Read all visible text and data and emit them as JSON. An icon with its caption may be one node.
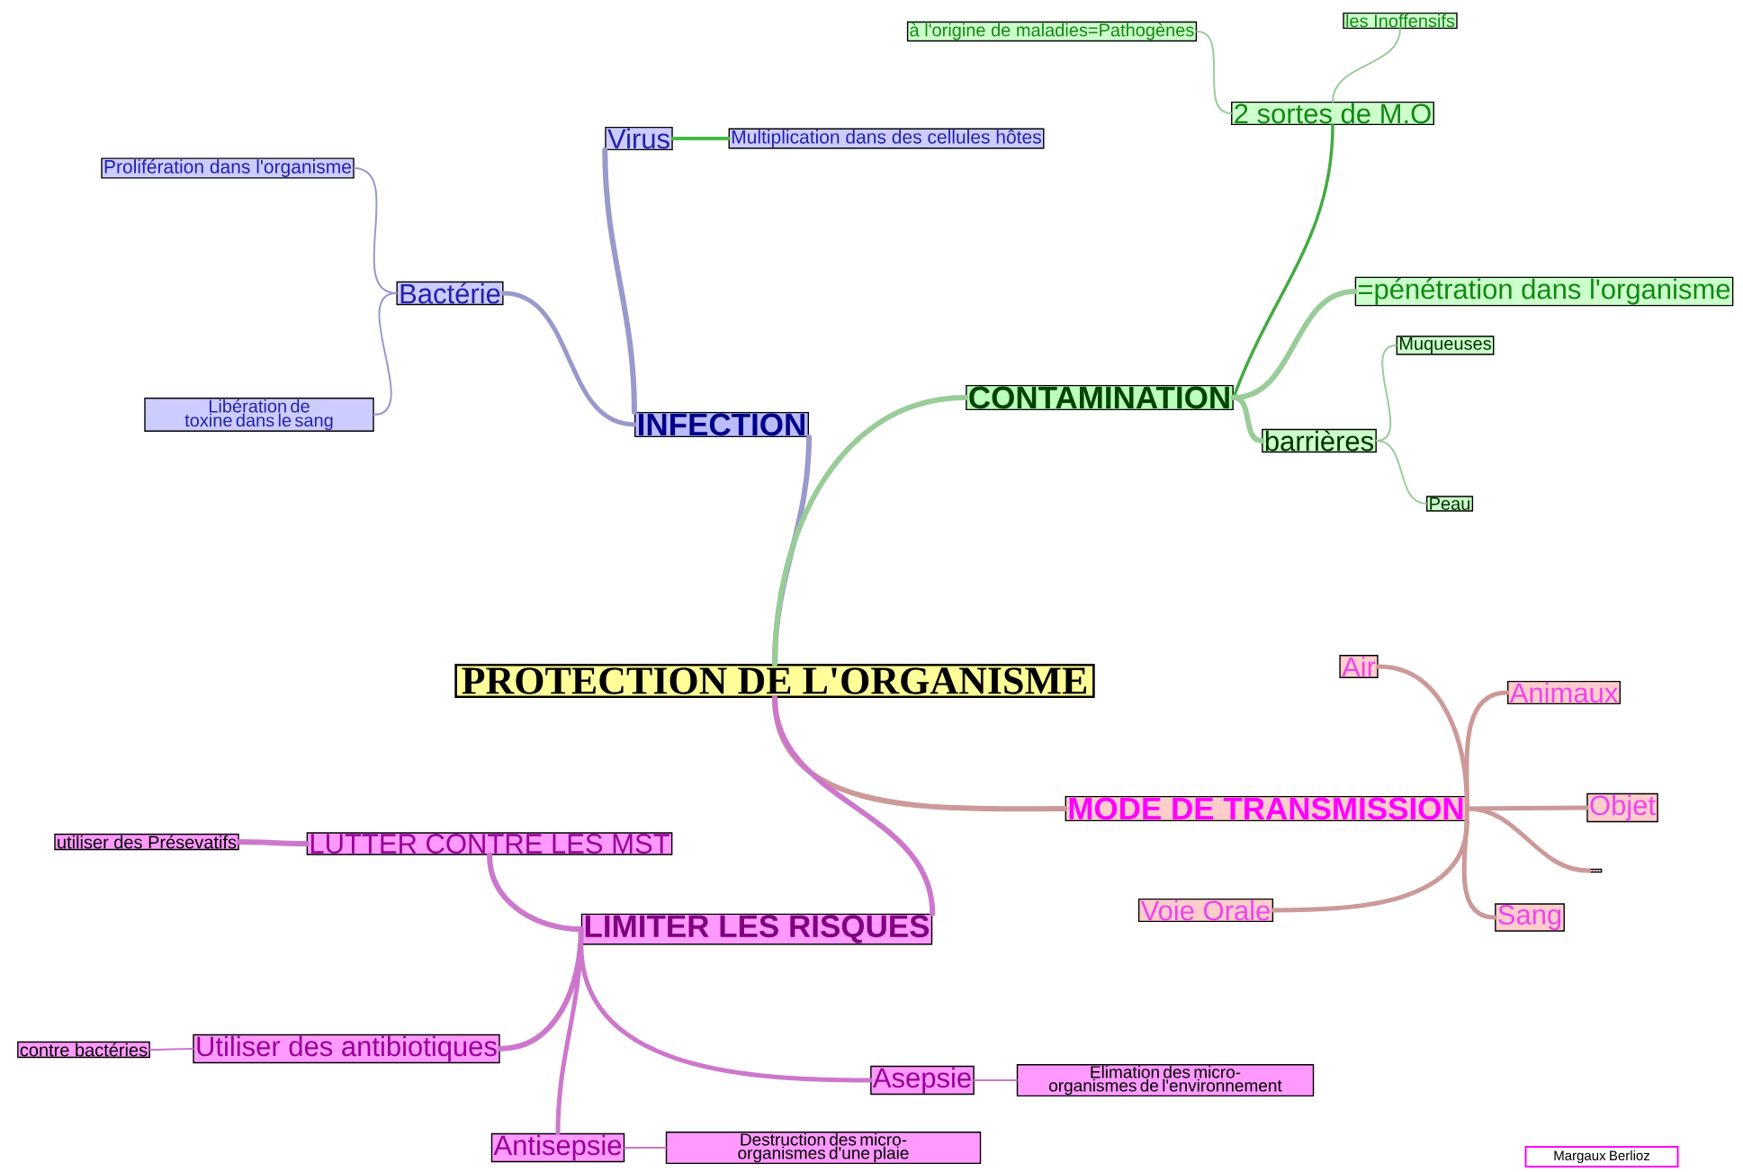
{
  "diagram": {
    "nodes": [
      {
        "text": [
          "PROTECTION DE L'ORGANISME"
        ]
      },
      {
        "text": [
          "INFECTION"
        ]
      },
      {
        "text": [
          "Virus"
        ]
      },
      {
        "text": [
          "Multiplication dans des cellules hôtes"
        ]
      },
      {
        "text": [
          "Bactérie"
        ]
      },
      {
        "text": [
          "Prolifération dans l'organisme"
        ]
      },
      {
        "text": [
          "Libération de toxine dans le sang"
        ]
      },
      {
        "text": [
          "CONTAMINATION"
        ]
      },
      {
        "text": [
          "2 sortes de M.O"
        ]
      },
      {
        "text": [
          "à l'origine de maladies=Pathogènes"
        ]
      },
      {
        "text": [
          "les Inoffensifs"
        ]
      },
      {
        "text": [
          "=pénétration  dans l'organisme"
        ]
      },
      {
        "text": [
          "barrières"
        ]
      },
      {
        "text": [
          "Muqueuses"
        ]
      },
      {
        "text": [
          "Peau"
        ]
      },
      {
        "text": [
          "MODE DE TRANSMISSION"
        ]
      },
      {
        "text": [
          "Air"
        ]
      },
      {
        "text": [
          "Animaux"
        ]
      },
      {
        "text": [
          "Objet"
        ]
      },
      {
        "text": [
          "..."
        ]
      },
      {
        "text": [
          "Sang"
        ]
      },
      {
        "text": [
          "Voie Orale"
        ]
      },
      {
        "text": [
          "LIMITER LES RISQUES"
        ]
      },
      {
        "text": [
          "LUTTER CONTRE LES MST"
        ]
      },
      {
        "text": [
          "utiliser des Présevatifs"
        ]
      },
      {
        "text": [
          "Utiliser des antibiotiques"
        ]
      },
      {
        "text": [
          "contre bactéries"
        ]
      },
      {
        "text": [
          "Antisepsie"
        ]
      },
      {
        "text": [
          "Destruction des micro-organismes d'une plaie"
        ]
      },
      {
        "text": [
          "Asepsie"
        ]
      },
      {
        "text": [
          "Elimation des micro-organismes de l'environnement"
        ]
      },
      {
        "text": [
          "Margaux Berlioz"
        ]
      }
    ],
    "edges": [
      {
        "from": 0,
        "to": 1,
        "arrow": "none",
        "color": "#9999cc"
      },
      {
        "from": 1,
        "to": 2,
        "arrow": "none",
        "color": "#9999cc"
      },
      {
        "from": 2,
        "to": 3,
        "arrow": "none",
        "color": "#44bb44"
      },
      {
        "from": 1,
        "to": 4,
        "arrow": "none",
        "color": "#9999cc"
      },
      {
        "from": 4,
        "to": 5,
        "arrow": "none",
        "color": "#9999cc"
      },
      {
        "from": 4,
        "to": 6,
        "arrow": "none",
        "color": "#9999cc"
      },
      {
        "from": 0,
        "to": 7,
        "arrow": "none",
        "color": "#99cc99"
      },
      {
        "from": 7,
        "to": 8,
        "arrow": "none",
        "color": "#44aa44"
      },
      {
        "from": 8,
        "to": 9,
        "arrow": "none",
        "color": "#99cc99"
      },
      {
        "from": 8,
        "to": 10,
        "arrow": "none",
        "color": "#99cc99"
      },
      {
        "from": 7,
        "to": 11,
        "arrow": "none",
        "color": "#99cc99"
      },
      {
        "from": 7,
        "to": 12,
        "arrow": "none",
        "color": "#99cc99"
      },
      {
        "from": 12,
        "to": 13,
        "arrow": "none",
        "color": "#99cc99"
      },
      {
        "from": 12,
        "to": 14,
        "arrow": "none",
        "color": "#99cc99"
      },
      {
        "from": 0,
        "to": 15,
        "arrow": "none",
        "color": "#cc9999"
      },
      {
        "from": 15,
        "to": 16,
        "arrow": "none",
        "color": "#cc9999"
      },
      {
        "from": 15,
        "to": 17,
        "arrow": "none",
        "color": "#cc9999"
      },
      {
        "from": 15,
        "to": 18,
        "arrow": "none",
        "color": "#cc9999"
      },
      {
        "from": 15,
        "to": 19,
        "arrow": "none",
        "color": "#cc9999"
      },
      {
        "from": 15,
        "to": 20,
        "arrow": "none",
        "color": "#cc9999"
      },
      {
        "from": 15,
        "to": 21,
        "arrow": "none",
        "color": "#cc9999"
      },
      {
        "from": 0,
        "to": 22,
        "arrow": "none",
        "color": "#cc77cc"
      },
      {
        "from": 22,
        "to": 23,
        "arrow": "none",
        "color": "#cc77cc"
      },
      {
        "from": 23,
        "to": 24,
        "arrow": "none",
        "color": "#cc77cc"
      },
      {
        "from": 22,
        "to": 25,
        "arrow": "none",
        "color": "#cc77cc"
      },
      {
        "from": 25,
        "to": 26,
        "arrow": "none",
        "color": "#cc77cc"
      },
      {
        "from": 22,
        "to": 27,
        "arrow": "none",
        "color": "#cc77cc"
      },
      {
        "from": 27,
        "to": 28,
        "arrow": "none",
        "color": "#cc77cc"
      },
      {
        "from": 22,
        "to": 29,
        "arrow": "none",
        "color": "#cc77cc"
      },
      {
        "from": 29,
        "to": 30,
        "arrow": "none",
        "color": "#cc77cc"
      }
    ]
  }
}
